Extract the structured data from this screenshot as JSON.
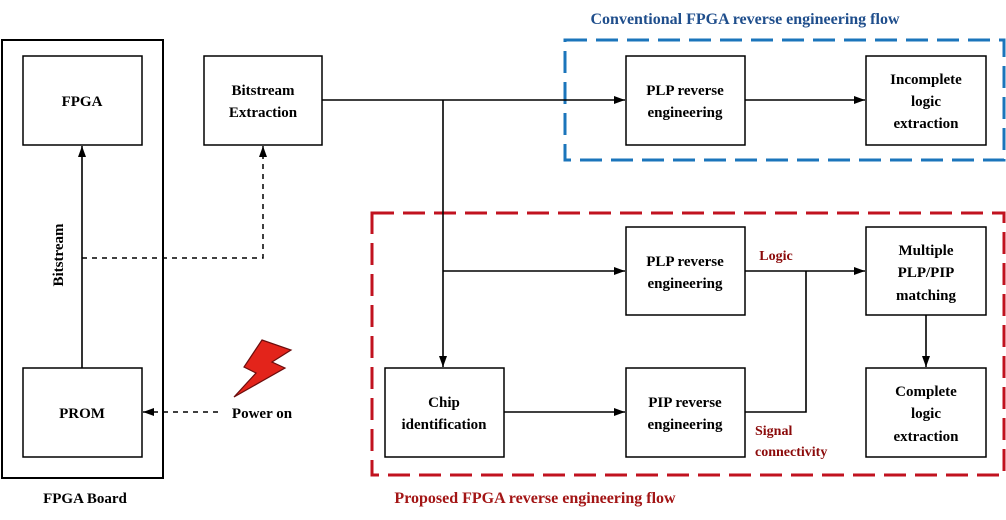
{
  "board": {
    "label": "FPGA Board",
    "fpga": "FPGA",
    "prom": "PROM",
    "bitstream_label": "Bitstream"
  },
  "bitstream_extraction": [
    "Bitstream",
    "Extraction"
  ],
  "power_on": "Power on",
  "conventional_flow": {
    "title": "Conventional FPGA reverse engineering flow",
    "plp_reverse": [
      "PLP reverse",
      "engineering"
    ],
    "incomplete_extraction": [
      "Incomplete",
      "logic",
      "extraction"
    ]
  },
  "proposed_flow": {
    "title": "Proposed FPGA reverse engineering flow",
    "plp_reverse": [
      "PLP reverse",
      "engineering"
    ],
    "chip_identification": [
      "Chip",
      "identification"
    ],
    "pip_reverse": [
      "PIP reverse",
      "engineering"
    ],
    "matching": [
      "Multiple",
      "PLP/PIP",
      "matching"
    ],
    "complete_extraction": [
      "Complete",
      "logic",
      "extraction"
    ],
    "logic_label": "Logic",
    "signal_label": [
      "Signal",
      "connectivity"
    ]
  },
  "icons": {
    "power": "lightning-bolt-icon"
  },
  "colors": {
    "conventional_frame": "#1b75bb",
    "conventional_title": "#1f4e8c",
    "proposed_frame": "#c1121f",
    "proposed_title": "#a31515",
    "edge_label": "#8b0a0a",
    "bolt_fill": "#e3241b",
    "bolt_outline": "#6b0d0d"
  }
}
